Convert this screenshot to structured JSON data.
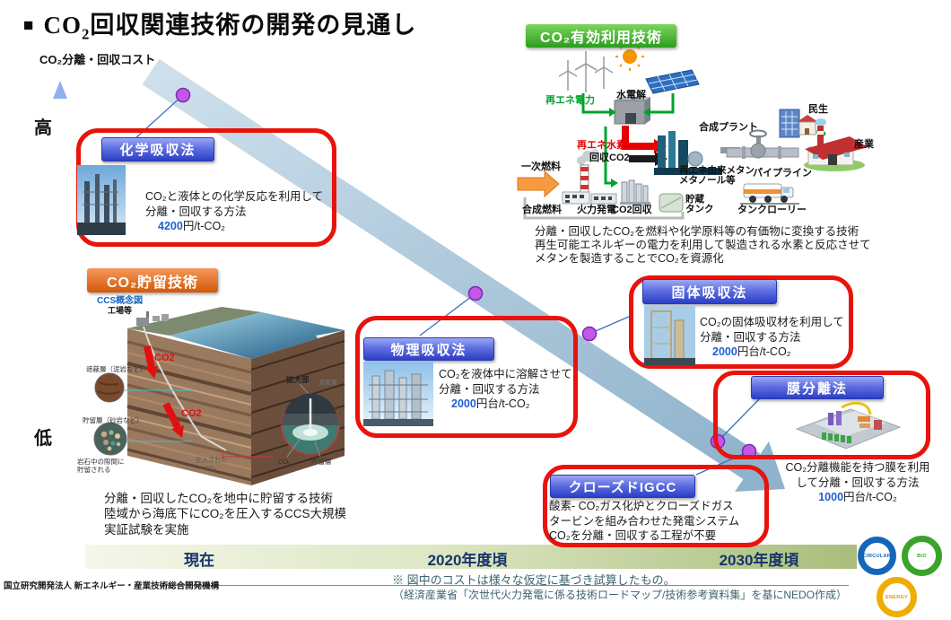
{
  "title": {
    "bullet": "■",
    "co": "CO",
    "sub": "2",
    "rest": "回収関連技術の開発の見通し"
  },
  "axis": {
    "label": "CO₂分離・回収コスト",
    "high": "高",
    "low": "低"
  },
  "colors": {
    "red_frame": "#e8130b",
    "band_blue": "#a9c6dd",
    "dot_purple": "#c257ea",
    "label_blue": "#2c3ec6",
    "storage_orange": "#d3590a",
    "util_green": "#2a9e1e",
    "price_blue": "#1f5fd0",
    "timeline_text": "#16356b"
  },
  "tech": {
    "chemical": {
      "name": "化学吸収法",
      "line1": "CO₂と液体との化学反応を利用して",
      "line2": "分離・回収する方法",
      "price": "4200",
      "unit": "円/t-CO₂"
    },
    "physical": {
      "name": "物理吸収法",
      "line1": "CO₂を液体中に溶解させて",
      "line2": "分離・回収する方法",
      "price": "2000",
      "unit": "円台/t-CO₂"
    },
    "solid": {
      "name": "固体吸収法",
      "line1": "CO₂の固体吸収材を利用して",
      "line2": "分離・回収する方法",
      "price": "2000",
      "unit": "円台/t-CO₂"
    },
    "membrane": {
      "name": "膜分離法",
      "line1": "CO₂分離機能を持つ膜を利用",
      "line2": "して分離・回収する方法",
      "price": "1000",
      "unit": "円台/t-CO₂"
    },
    "igcc": {
      "name": "クローズドIGCC",
      "line1": "酸素- CO₂ガス化炉とクローズドガス",
      "line2": "タービンを組み合わせた発電システム",
      "line3": "CO₂を分離・回収する工程が不要"
    }
  },
  "storage": {
    "header": "CO₂貯留技術",
    "caption": "CCS概念図",
    "labels": {
      "factory": "工場等",
      "co2_arrow1": "CO2",
      "co2_arrow2": "CO2",
      "enlarged": "拡大部",
      "seal": "遮蔽層（泥岩など）",
      "seal_small": "遮蔽層",
      "reservoir": "貯留層（砂岩など）",
      "gap1": "岩石中の隙間に",
      "gap2": "貯留される",
      "injected1": "圧入された",
      "injected2": "CO₂",
      "co2_small": "CO₂",
      "reservoir_small": "貯留層"
    },
    "desc1": "分離・回収したCO₂を地中に貯留する技術",
    "desc2": "陸域から海底下にCO₂を圧入するCCS大規模",
    "desc3": "実証試験を実施"
  },
  "utilization": {
    "header": "CO₂有効利用技術",
    "labels": {
      "renew_power": "再エネ電力",
      "electrolysis": "水電解",
      "renew_h2": "再エネ水素",
      "captured_co2": "回収CO2",
      "primary_fuel": "一次燃料",
      "syn_fuel": "合成燃料",
      "thermal": "火力発電",
      "co2_capture": "CO2回収",
      "syn_plant": "合成プラント",
      "methane1": "再エネ由来メタン",
      "methane2": "メタノール等",
      "tank1": "貯蔵",
      "tank2": "タンク",
      "residential": "民生",
      "industry": "産業",
      "pipeline": "パイプライン",
      "lorry": "タンクローリー"
    },
    "desc1": "分離・回収したCO₂を燃料や化学原料等の有価物に変換する技術",
    "desc2": "再生可能エネルギーの電力を利用して製造される水素と反応させて",
    "desc3": "メタンを製造することでCO₂を資源化"
  },
  "timeline": {
    "now": "現在",
    "y2020": "2020年度頃",
    "y2030": "2030年度頃"
  },
  "footer": {
    "org": "国立研究開発法人 新エネルギー・産業技術総合開発機構",
    "note1": "※ 図中のコストは様々な仮定に基づき試算したもの。",
    "note2": "（経済産業省「次世代火力発電に係る技術ロードマップ/技術参考資料集」を基にNEDO作成）"
  },
  "logos": {
    "circular": "CIRCULAR",
    "bio": "BIO",
    "energy": "ENERGY"
  }
}
